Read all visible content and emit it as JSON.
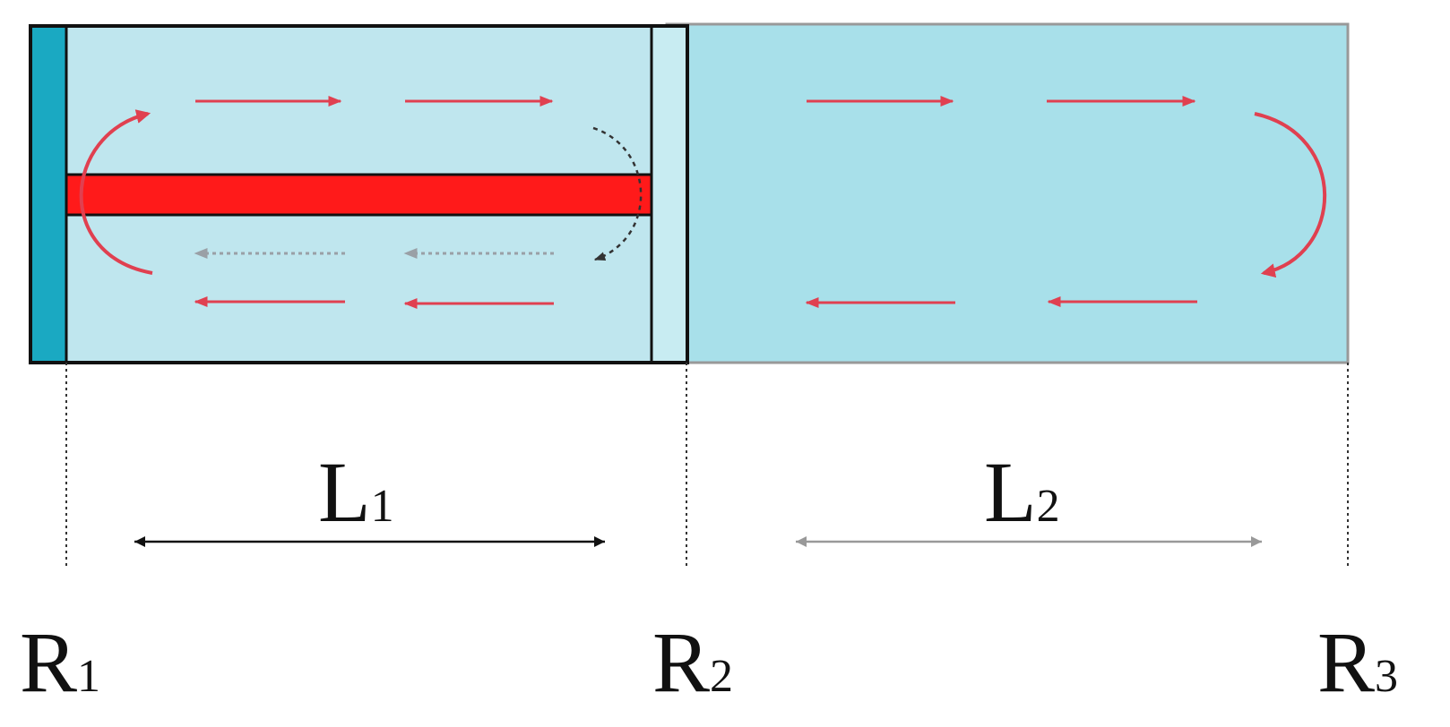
{
  "colors": {
    "cavity1_fill": "#bfe6ee",
    "cavity2_fill": "#a8e0ea",
    "mirror1_fill": "#1aa9c2",
    "mirror2_fill": "#c8ecf2",
    "gain_rod": "#ff1a1a",
    "beam_arrow": "#e04050",
    "border": "#111111",
    "l2_arrow": "#999999"
  },
  "labels": {
    "cavity1_length": {
      "main": "L",
      "sub": "1"
    },
    "cavity2_length": {
      "main": "L",
      "sub": "2"
    },
    "mirror1": {
      "main": "R",
      "sub": "1"
    },
    "mirror2": {
      "main": "R",
      "sub": "2"
    },
    "mirror3": {
      "main": "R",
      "sub": "3"
    }
  }
}
